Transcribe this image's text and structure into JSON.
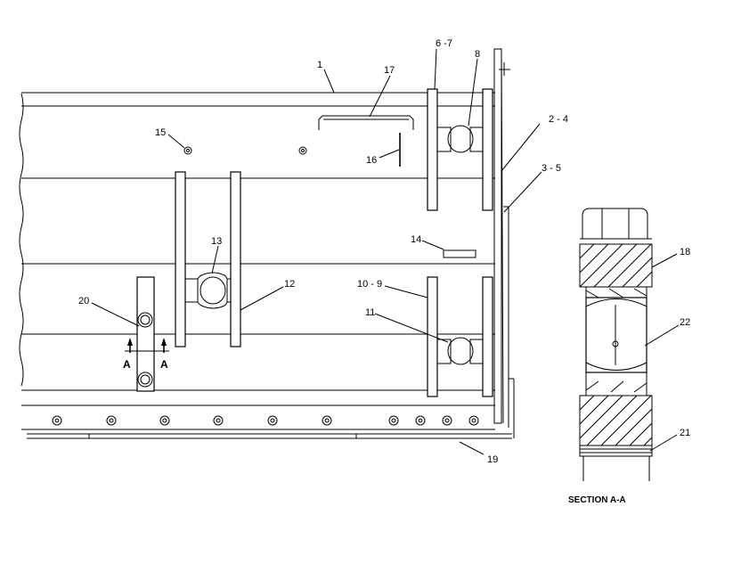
{
  "diagram": {
    "callouts": {
      "c1": "1",
      "c17": "17",
      "c67": "6 -7",
      "c8": "8",
      "c24": "2 - 4",
      "c35": "3 - 5",
      "c15": "15",
      "c16": "16",
      "c14": "14",
      "c13": "13",
      "c12": "12",
      "c109": "10 - 9",
      "c20": "20",
      "c11": "11",
      "c19": "19",
      "c18": "18",
      "c22": "22",
      "c21": "21"
    },
    "section_marker_left": "A",
    "section_marker_right": "A",
    "section_caption": "SECTION A-A"
  }
}
